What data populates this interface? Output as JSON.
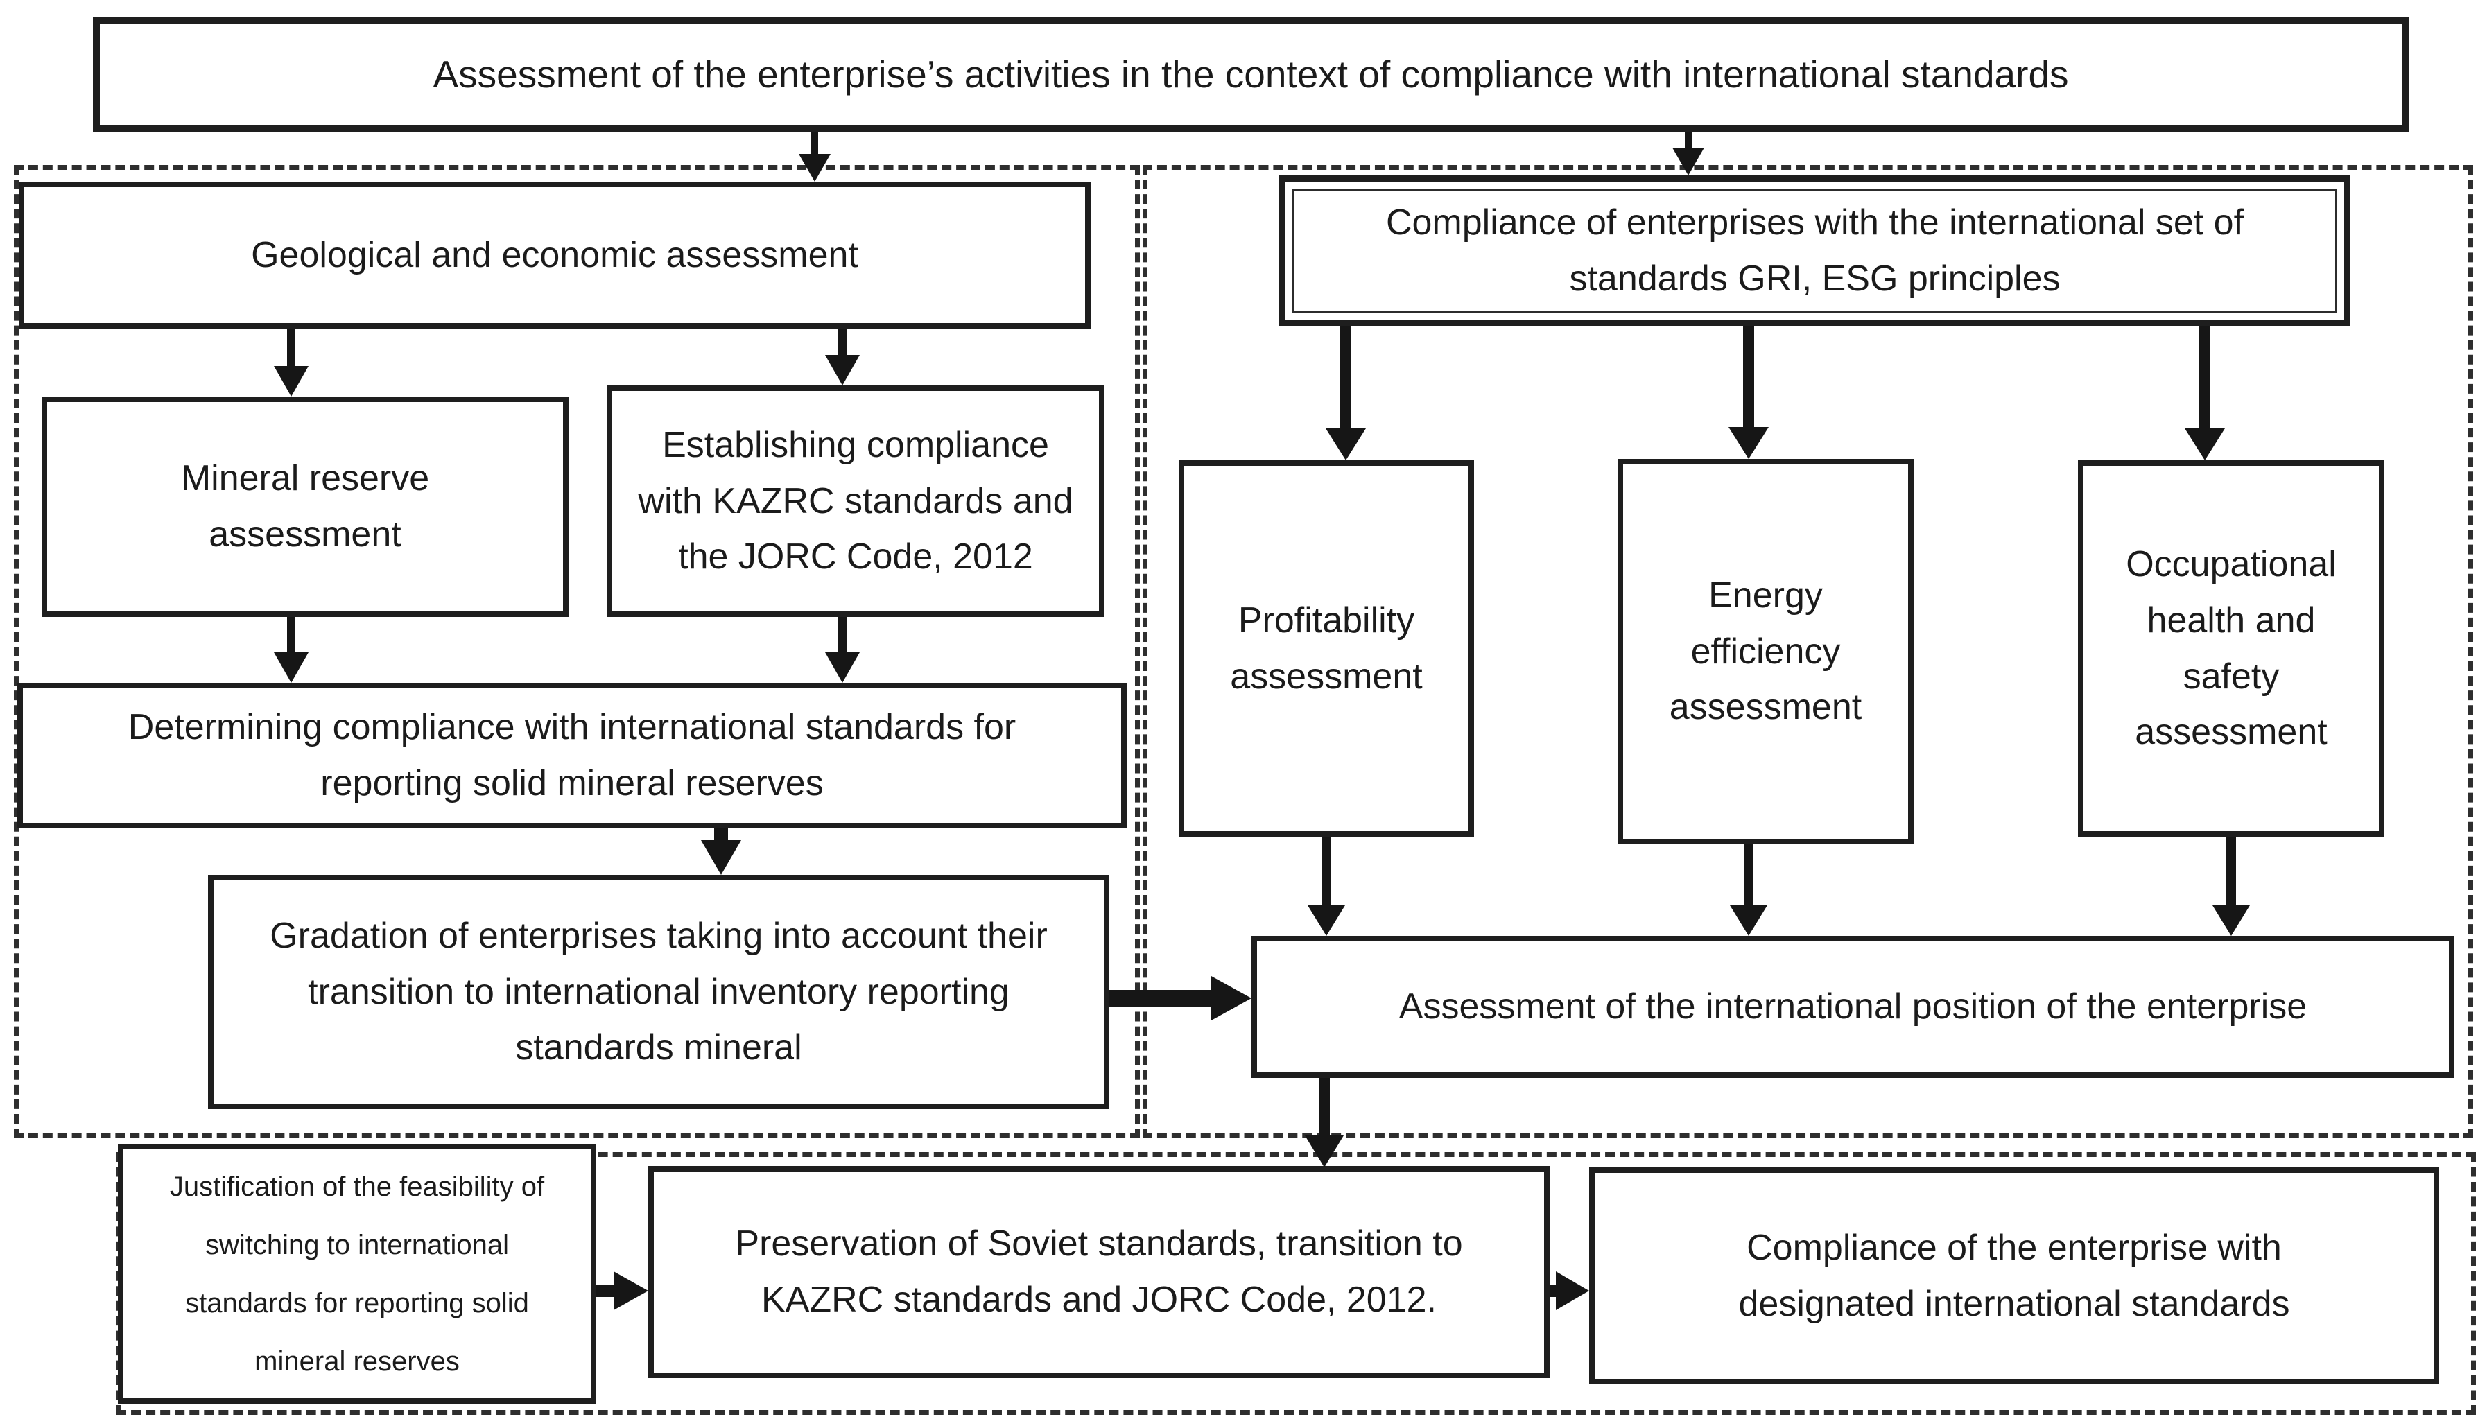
{
  "diagram": {
    "colors": {
      "ink": "#1b1b1b",
      "background": "#ffffff"
    },
    "title_box": {
      "label": "Assessment of the enterprise’s activities in the context of compliance with international standards"
    },
    "left_branch": {
      "geological": {
        "label": "Geological and economic assessment"
      },
      "mineral": {
        "label": "Mineral reserve\nassessment"
      },
      "establishing": {
        "label": "Establishing compliance\nwith KAZRC standards and\nthe JORC Code, 2012"
      },
      "determining": {
        "label": "Determining compliance with international standards for\nreporting solid mineral reserves"
      },
      "gradation": {
        "label": "Gradation of enterprises taking into account their\ntransition to international inventory reporting\nstandards mineral"
      }
    },
    "right_branch": {
      "gri_esg": {
        "label": "Compliance of enterprises with the international set of\nstandards GRI, ESG principles"
      },
      "profitability": {
        "label": "Profitability\nassessment"
      },
      "energy": {
        "label": "Energy\nefficiency\nassessment"
      },
      "occupational": {
        "label": "Occupational\nhealth and\nsafety\nassessment"
      },
      "position": {
        "label": "Assessment of the international position of the enterprise"
      }
    },
    "bottom_branch": {
      "justification": {
        "label": "Justification of the feasibility of\nswitching to international\nstandards for reporting solid\nmineral reserves"
      },
      "preservation": {
        "label": "Preservation of Soviet standards, transition to\nKAZRC standards and JORC Code, 2012."
      },
      "compliance": {
        "label": "Compliance of the enterprise with\ndesignated international standards"
      }
    }
  }
}
